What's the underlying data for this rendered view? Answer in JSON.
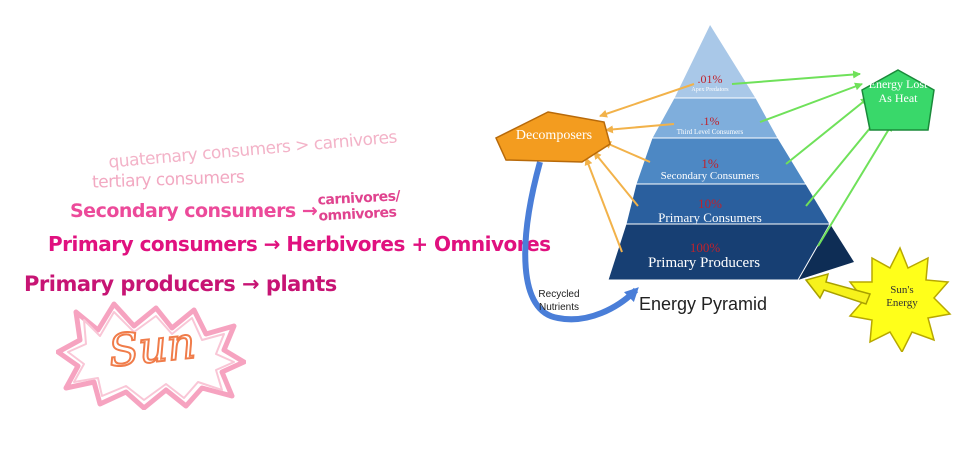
{
  "notes": {
    "quaternary": "quaternary consumers > carnivores",
    "tertiary": "tertiary consumers",
    "secondary": "Secondary consumers →",
    "secondary_result": "carnivores/ omnivores",
    "primary": "Primary consumers → Herbivores + Omnivores",
    "producers": "Primary producers → plants",
    "sun": "Sun"
  },
  "pyramid": {
    "levels": [
      {
        "pct": ".01%",
        "name": "Apex Predators",
        "color": "#a9c8e8"
      },
      {
        "pct": ".1%",
        "name": "Third Level Consumers",
        "color": "#7faedc"
      },
      {
        "pct": "1%",
        "name": "Secondary Consumers",
        "color": "#4d88c4"
      },
      {
        "pct": "10%",
        "name": "Primary Consumers",
        "color": "#2a5f9e"
      },
      {
        "pct": "100%",
        "name": "Primary Producers",
        "color": "#173f73"
      }
    ],
    "decomposers": "Decomposers",
    "heat": "Energy Lost As Heat",
    "recycled": "Recycled Nutrients",
    "sun": "Sun's Energy",
    "title": "Energy Pyramid"
  },
  "colors": {
    "decomposer_fill": "#f39c1f",
    "heat_fill": "#39d86a",
    "sun_fill": "#ffff1a",
    "orange_arrow": "#f2b24a",
    "green_arrow": "#6fe15a",
    "blue_arrow": "#4a7ed8"
  }
}
